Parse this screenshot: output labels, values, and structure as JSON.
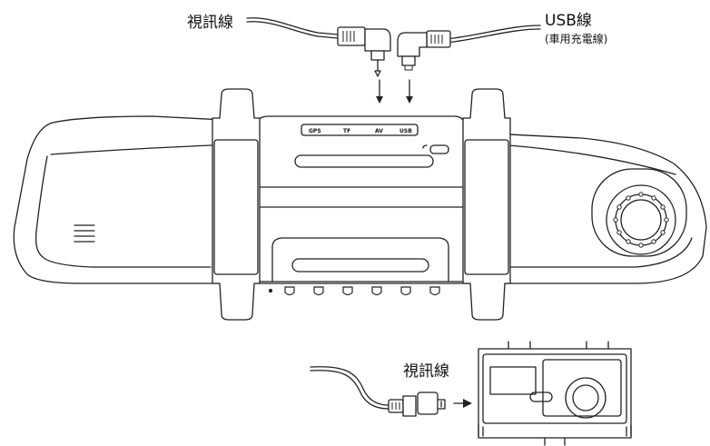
{
  "labels": {
    "video_cable_top": "視訊線",
    "usb_cable": "USB線",
    "usb_cable_sub": "(車用充電線)",
    "video_cable_bottom": "視訊線"
  },
  "ports": {
    "gps": "GPS",
    "tf": "TF",
    "av": "AV",
    "usb": "USB"
  }
}
